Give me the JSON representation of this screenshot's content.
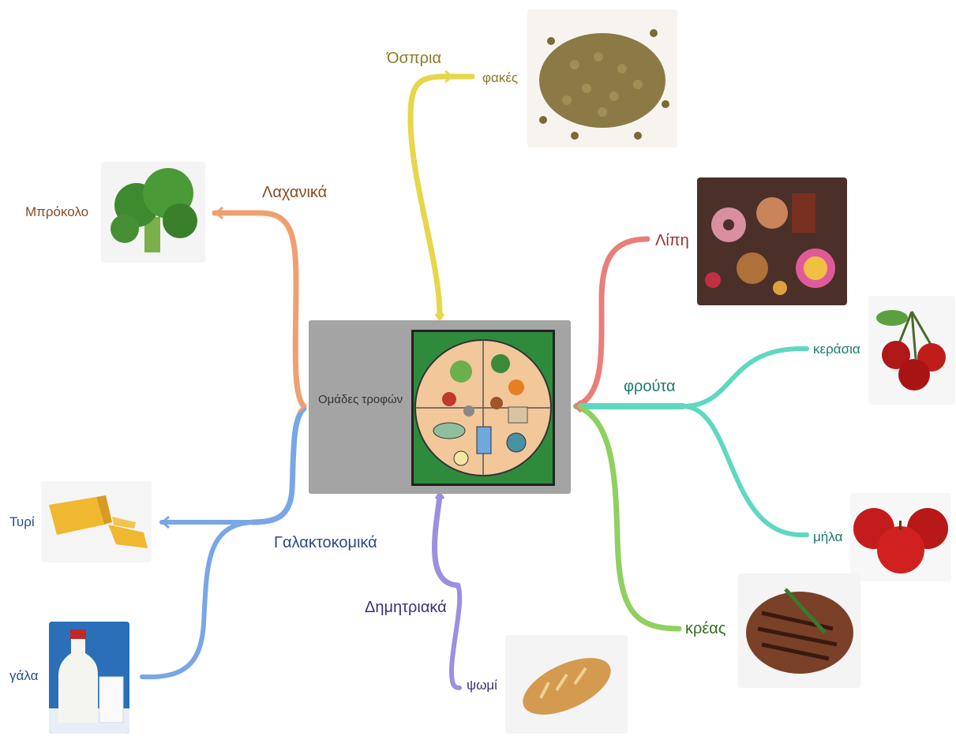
{
  "center": {
    "title": "Ομάδες τροφών",
    "icon": "food-plate-icon"
  },
  "branches": {
    "ospria": {
      "label": "Όσπρια",
      "color": "#e6d64a",
      "text_color": "#8a7a2a"
    },
    "lachanika": {
      "label": "Λαχανικά",
      "color": "#f0a070",
      "text_color": "#8b4a20"
    },
    "lipi": {
      "label": "Λίπη",
      "color": "#e87f7a",
      "text_color": "#9a3030"
    },
    "frouta": {
      "label": "φρούτα",
      "color": "#5fd8c0",
      "text_color": "#1a7a6a"
    },
    "galaktokomika": {
      "label": "Γαλακτοκομικά",
      "color": "#7aa6e8",
      "text_color": "#2a4a8a"
    },
    "dimitriaka": {
      "label": "Δημητριακά",
      "color": "#9b8fe0",
      "text_color": "#3a2f7a"
    },
    "kreas": {
      "label": "κρέας",
      "color": "#8fd060",
      "text_color": "#2e6e1e"
    }
  },
  "leaves": {
    "fakes": {
      "label": "φακές",
      "image": "lentils-image"
    },
    "brokolo": {
      "label": "Μπρόκολο",
      "image": "broccoli-image"
    },
    "kerasia": {
      "label": "κεράσια",
      "image": "cherries-image"
    },
    "mila": {
      "label": "μήλα",
      "image": "apples-image"
    },
    "tyri": {
      "label": "Τυρί",
      "image": "cheese-image"
    },
    "gala": {
      "label": "γάλα",
      "image": "milk-image"
    },
    "psomi": {
      "label": "ψωμί",
      "image": "bread-image"
    },
    "kreas_img": {
      "image": "steak-image"
    },
    "lipi_img": {
      "image": "sweets-image"
    }
  }
}
